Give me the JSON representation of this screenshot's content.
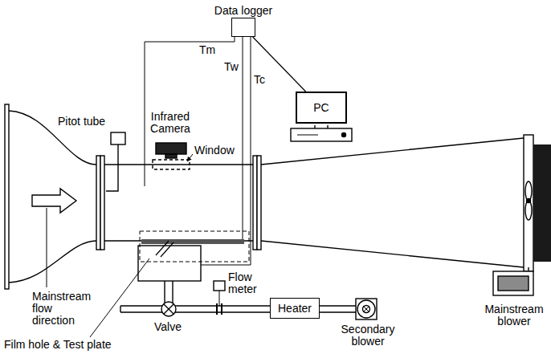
{
  "diagram": {
    "nodes": [
      {
        "text": [
          "Data logger"
        ]
      },
      {
        "text": [
          "PC"
        ]
      },
      {
        "text": [
          "Heater"
        ]
      }
    ],
    "edges": [
      {
        "from": 0,
        "to": 1,
        "arrow": "none"
      }
    ],
    "labels": [
      "Pitot tube",
      "Infrared Camera",
      "Window",
      "Tm",
      "Tw",
      "Tc",
      "Mainstream flow direction",
      "Flow meter",
      "Valve",
      "Film hole & Test plate",
      "Secondary blower",
      "Mainstream blower"
    ]
  }
}
